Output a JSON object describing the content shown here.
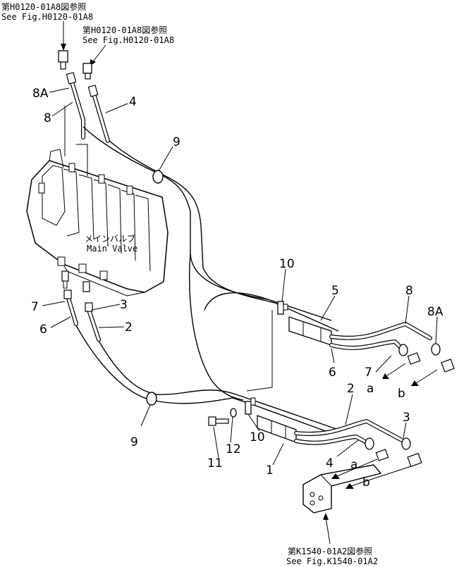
{
  "refs": {
    "top_left_jp": "第H0120-01A8図参照",
    "top_left_en": "See Fig.H0120-01A8",
    "top_mid_jp": "第H0120-01A8図参照",
    "top_mid_en": "See Fig.H0120-01A8",
    "bottom_jp": "第K1540-01A2図参照",
    "bottom_en": "See Fig.K1540-01A2"
  },
  "valve": {
    "label_jp": "メインバルブ",
    "label_en": "Main Valve"
  },
  "callouts": {
    "c_8A_top": "8A",
    "c_8_top": "8",
    "c_4_top": "4",
    "c_9_top": "9",
    "c_7_left": "7",
    "c_3_left": "3",
    "c_6_left": "6",
    "c_2_left": "2",
    "c_10_right": "10",
    "c_5": "5",
    "c_8_right": "8",
    "c_8A_right": "8A",
    "c_6_right": "6",
    "c_7_right": "7",
    "c_a_right": "a",
    "c_b_right": "b",
    "c_9_bottom": "9",
    "c_2_right": "2",
    "c_3_right": "3",
    "c_11": "11",
    "c_12": "12",
    "c_10_bottom": "10",
    "c_4_bottom": "4",
    "c_1": "1",
    "c_a_bottom": "a",
    "c_b_bottom": "b"
  }
}
